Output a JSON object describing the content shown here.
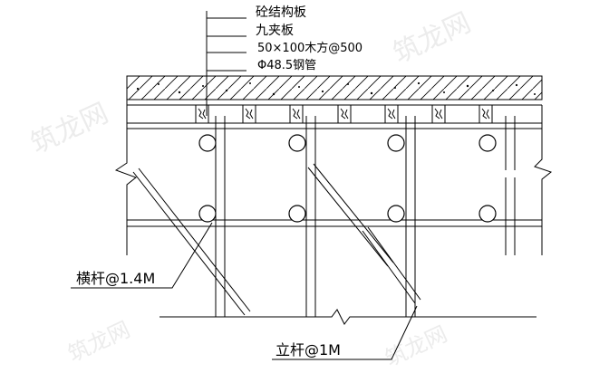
{
  "watermark": "筑龙网",
  "labels": {
    "slab": "砼结构板",
    "plywood": "九夹板",
    "timber": "50×100木方@500",
    "pipe": "Φ48.5钢管",
    "horizontal_bar": "横杆@1.4M",
    "vertical_post": "立杆@1M"
  },
  "colors": {
    "line": "#000000",
    "watermark": "#ececec"
  }
}
